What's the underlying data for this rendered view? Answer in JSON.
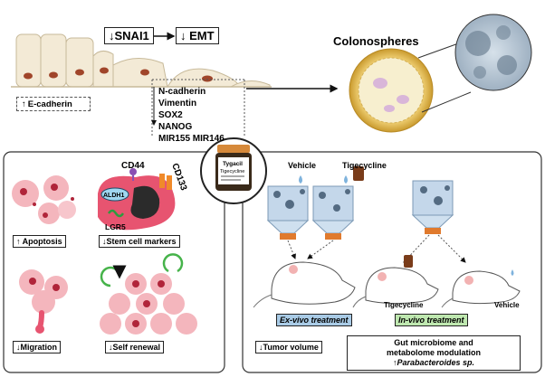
{
  "top": {
    "snai1": "SNAI1",
    "emt": "EMT",
    "ecadherin": "E-cadherin",
    "markers": [
      "N-cadherin",
      "Vimentin",
      "SOX2",
      "NANOG",
      "MIR155 MIR146"
    ],
    "colonospheres": "Colonospheres",
    "arrow_up": "↑",
    "arrow_down": "↓"
  },
  "drug": {
    "brand": "Tygacil",
    "generic": "Tigecycline"
  },
  "left_panel": {
    "apoptosis": "Apoptosis",
    "stem_markers": "Stem cell markers",
    "migration": "Migration",
    "self_renewal": "Self renewal",
    "cd44": "CD44",
    "cd133": "CD133",
    "aldh1": "ALDH1",
    "lgr5": "LGR5"
  },
  "right_panel": {
    "vehicle": "Vehicle",
    "tigecycline": "Tigecycline",
    "tigecycline_mouse": "Tigecycline",
    "vehicle_mouse": "Vehicle",
    "ex_vivo": "Ex-vivo treatment",
    "in_vivo": "In-vivo treatment",
    "tumor_volume": "Tumor volume",
    "gut_line1": "Gut microbiome and",
    "gut_line2": "metabolome modulation",
    "gut_line3": "Parabacteroides sp."
  },
  "colors": {
    "cell": "#f3ead6",
    "nucleus": "#a0452a",
    "tumor": "#e75470",
    "ex_vivo_bg": "#a9cbe6",
    "in_vivo_bg": "#bfe8b0"
  }
}
